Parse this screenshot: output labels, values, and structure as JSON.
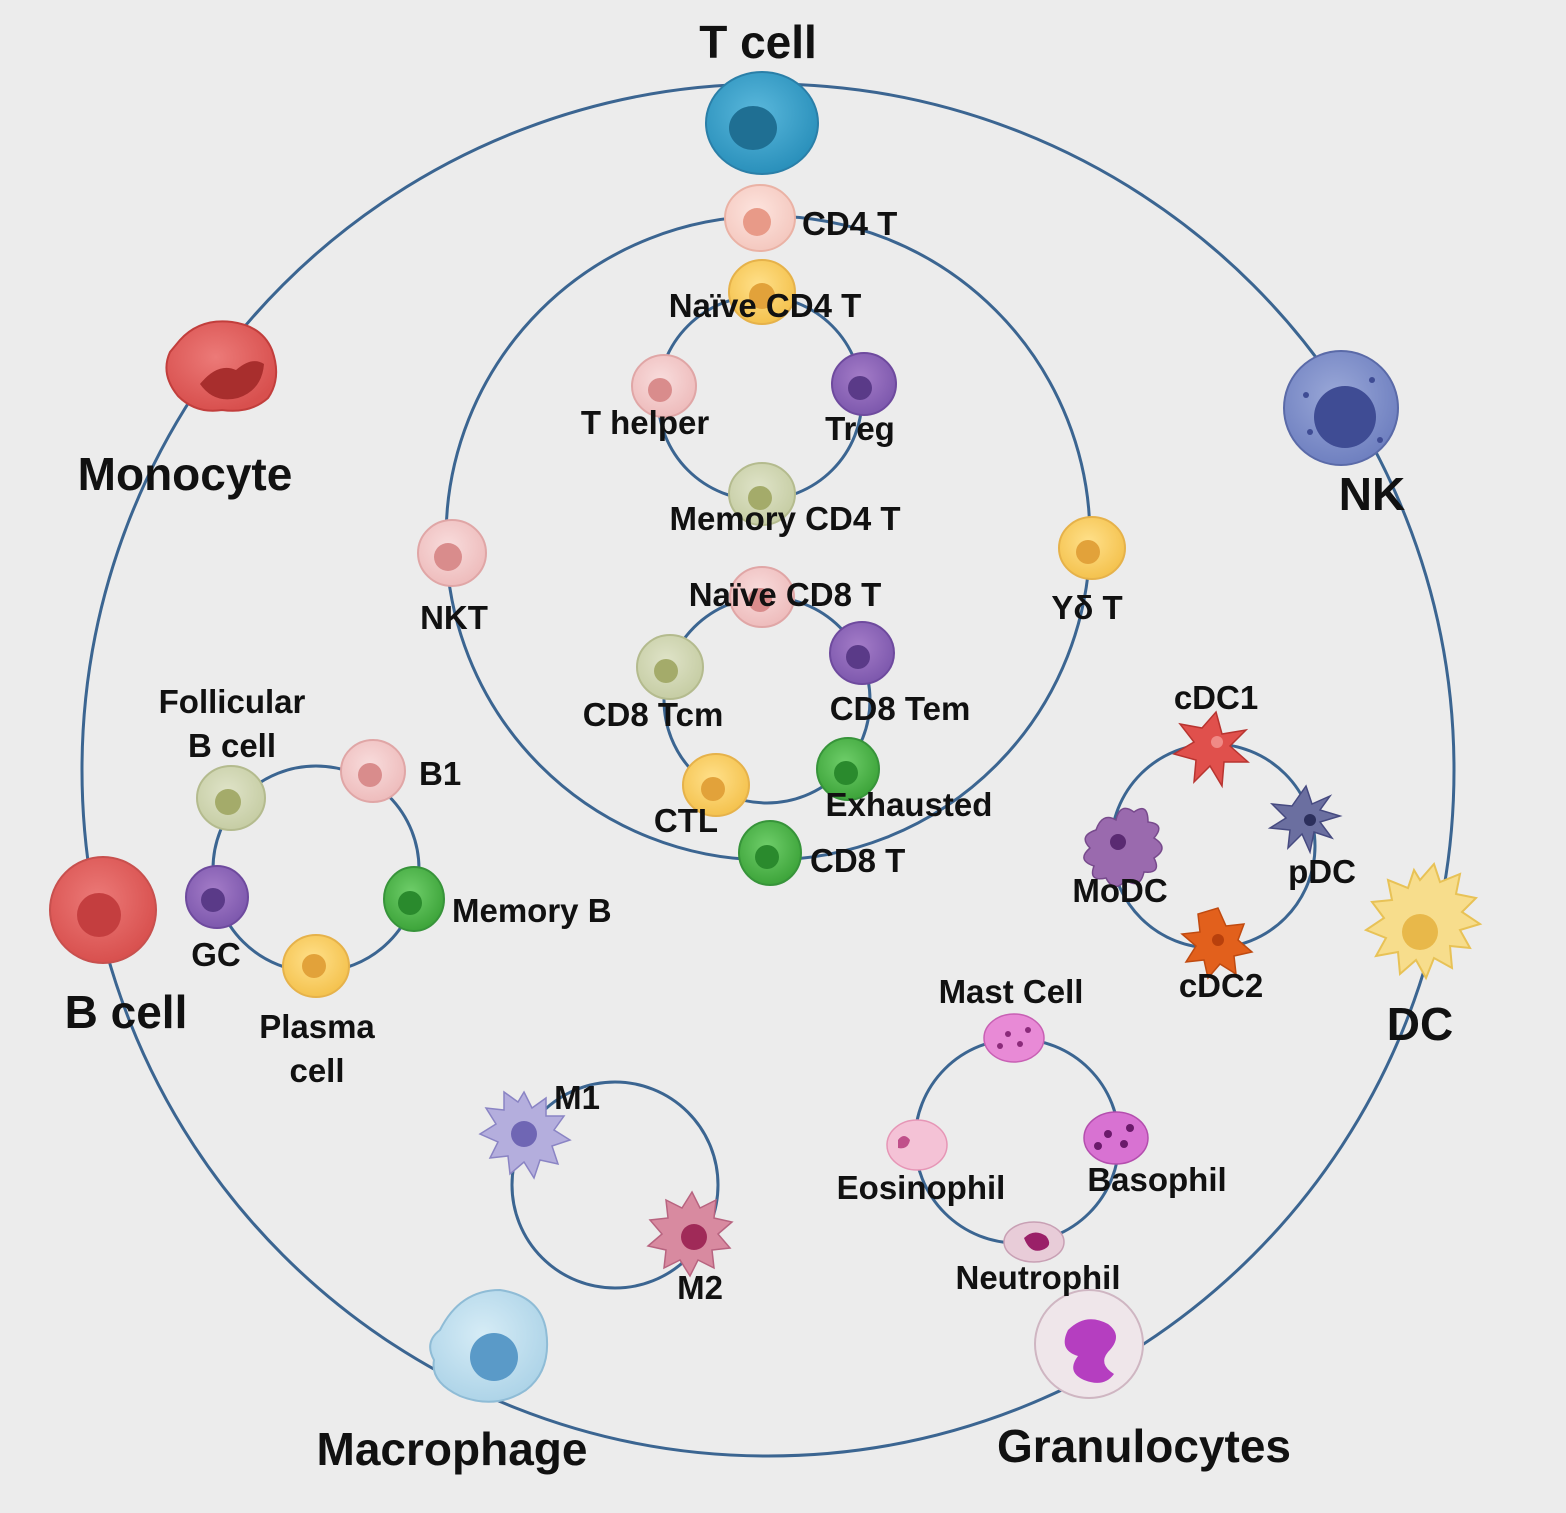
{
  "main_categories": {
    "t_cell": "T cell",
    "nk": "NK",
    "dc": "DC",
    "granulocytes": "Granulocytes",
    "macrophage": "Macrophage",
    "b_cell": "B cell",
    "monocyte": "Monocyte"
  },
  "t_cell_subsets": {
    "cd4_t": "CD4 T",
    "naive_cd4_t": "Naïve CD4 T",
    "t_helper": "T helper",
    "treg": "Treg",
    "memory_cd4_t": "Memory CD4 T",
    "nkt": "NKT",
    "gd_t": "Yδ T",
    "naive_cd8_t": "Naïve CD8 T",
    "cd8_tcm": "CD8 Tcm",
    "cd8_tem": "CD8 Tem",
    "ctl": "CTL",
    "exhausted": "Exhausted",
    "cd8_t": "CD8 T"
  },
  "b_cell_subsets": {
    "follicular_line1": "Follicular",
    "follicular_line2": "B cell",
    "b1": "B1",
    "gc": "GC",
    "memory_b": "Memory B",
    "plasma_line1": "Plasma",
    "plasma_line2": "cell"
  },
  "dc_subsets": {
    "cdc1": "cDC1",
    "pdc": "pDC",
    "modc": "MoDC",
    "cdc2": "cDC2"
  },
  "macrophage_subsets": {
    "m1": "M1",
    "m2": "M2"
  },
  "granulocyte_subsets": {
    "mast_cell": "Mast Cell",
    "eosinophil": "Eosinophil",
    "basophil": "Basophil",
    "neutrophil": "Neutrophil"
  },
  "colors": {
    "ring": "#3b6591",
    "background": "#ececec"
  }
}
